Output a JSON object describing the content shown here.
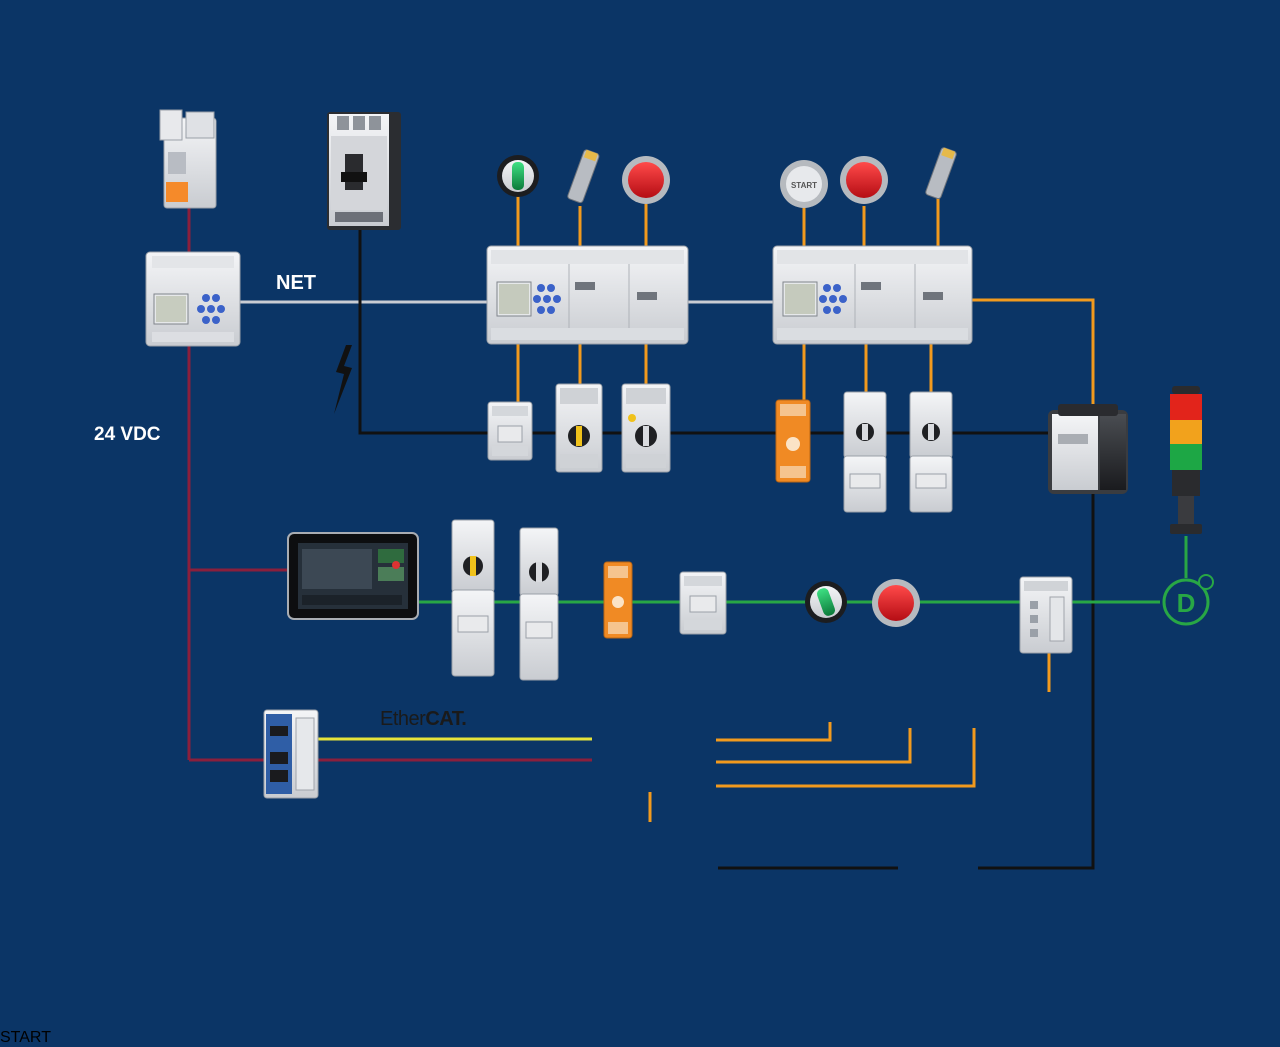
{
  "labels": {
    "net": "NET",
    "supply": "24 VDC",
    "ethercat_prefix": "Ether",
    "ethercat_suffix": "CAT.",
    "start_1": "START",
    "start_2": "START"
  },
  "colors": {
    "background": "#0b3566",
    "net_bus": "#c9ccd3",
    "power_24vdc": "#8b1f3c",
    "io_wiring": "#f29a1e",
    "motor_power": "#111111",
    "dali_bus": "#28a745",
    "ethercat_signal": "#e6e33a"
  },
  "icons": [
    "lightning-icon",
    "dali-logo-icon"
  ]
}
